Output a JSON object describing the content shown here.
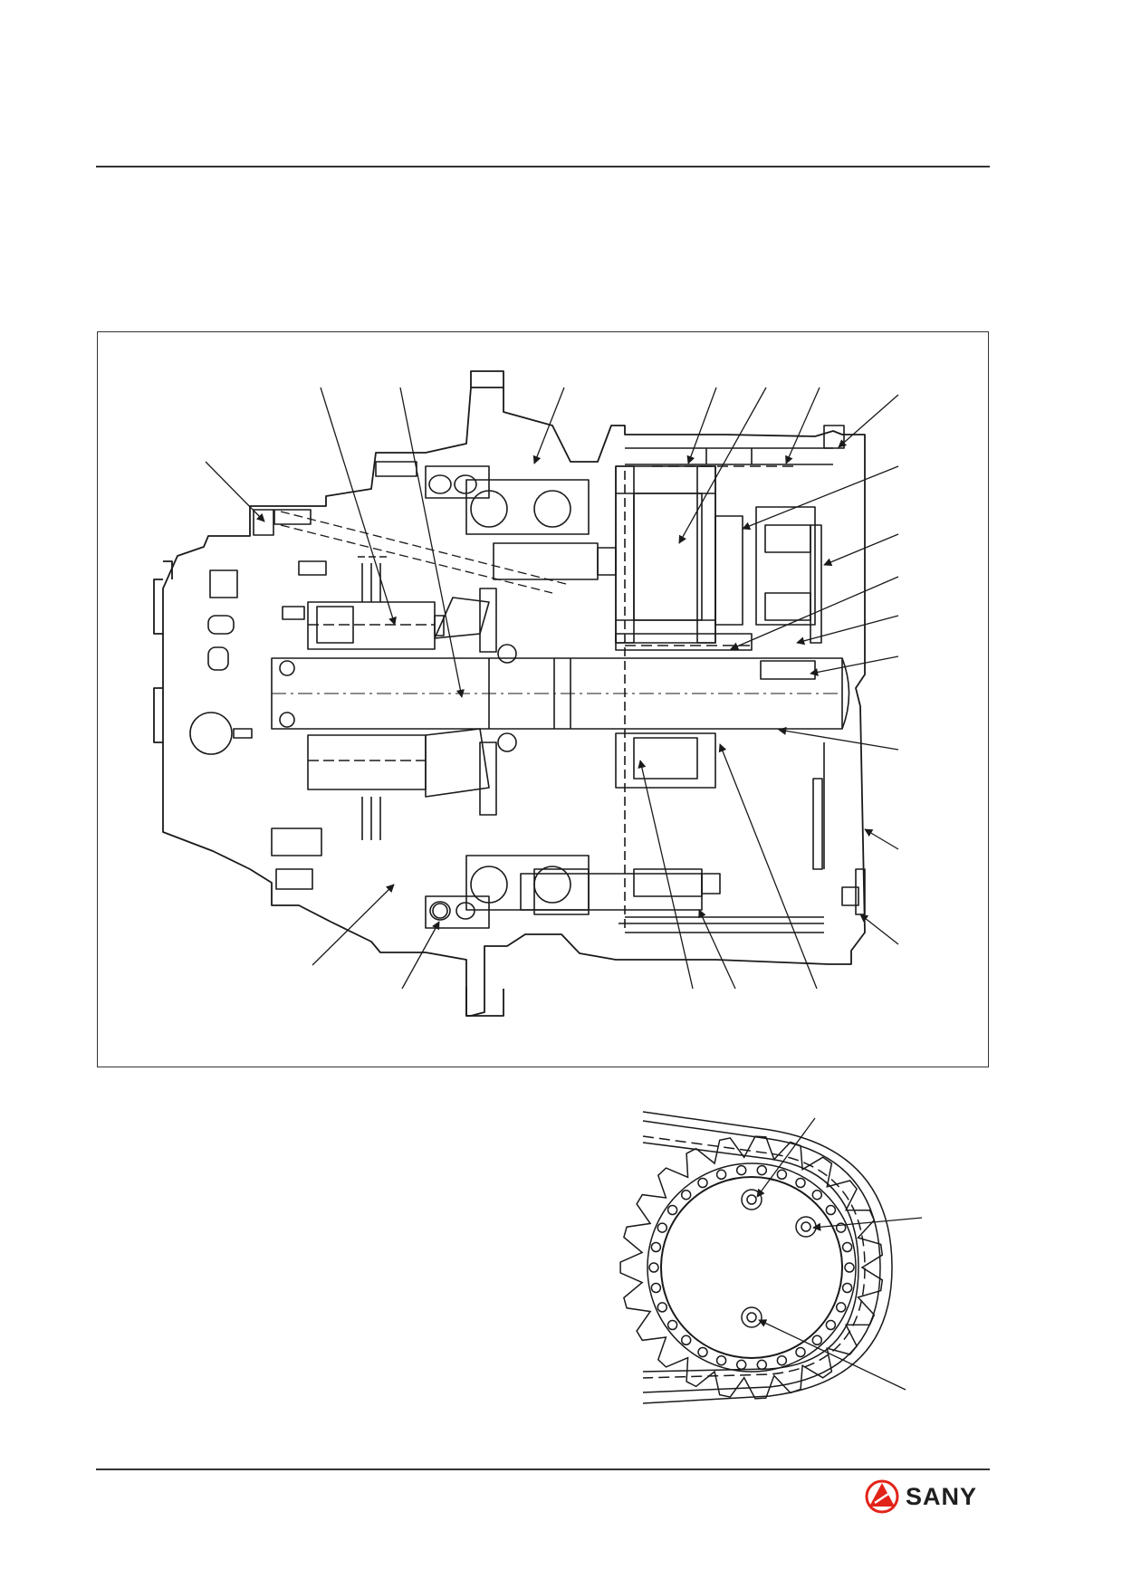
{
  "brand": {
    "name": "SANY",
    "accent_color": "#e2231a",
    "logo_icon": "sany-triangle-logo-icon"
  },
  "figures": [
    {
      "name": "travel-motor-cross-section",
      "icon": "travel-motor-section-drawing"
    },
    {
      "name": "sprocket-track-detail",
      "icon": "sprocket-track-drawing"
    }
  ],
  "colors": {
    "line": "#1a1a1a",
    "rule": "#333333"
  }
}
